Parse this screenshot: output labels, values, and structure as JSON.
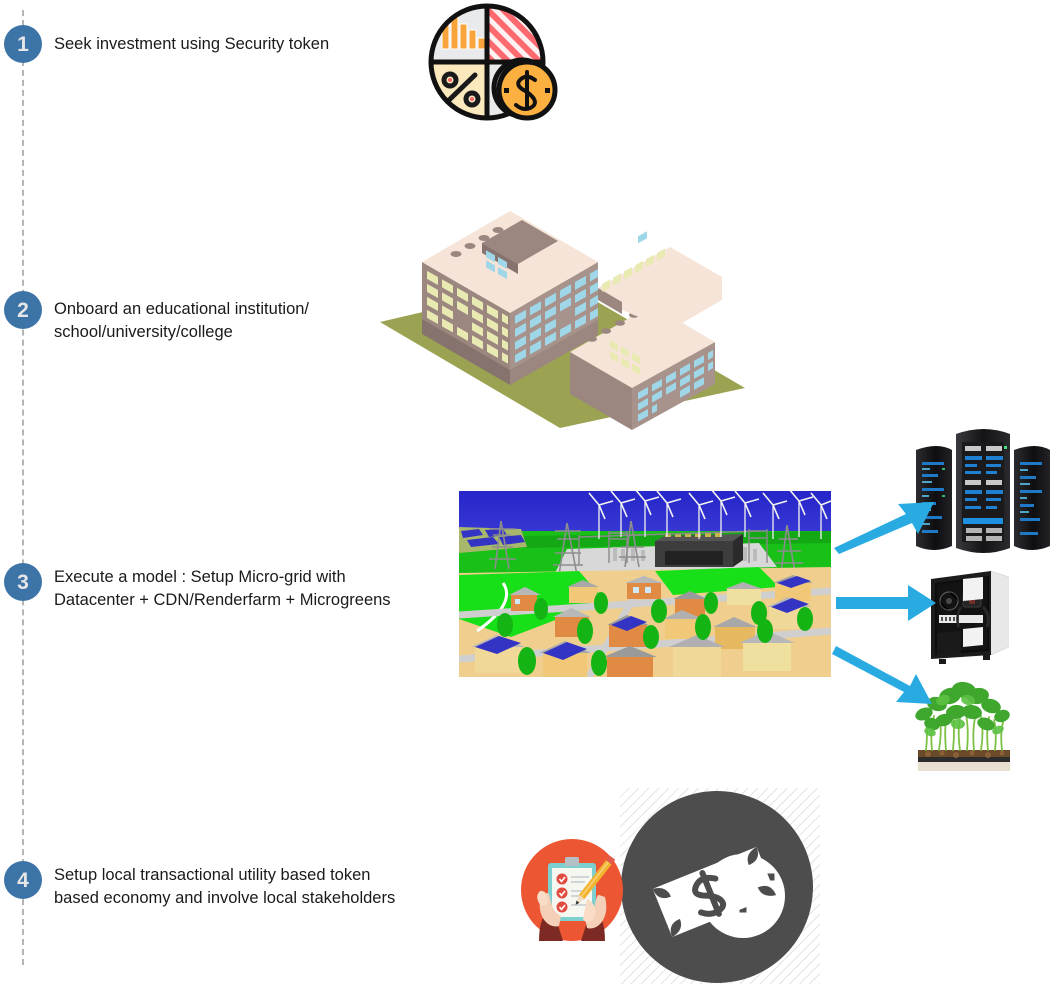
{
  "diagram": {
    "title": "Four-step roadmap timeline",
    "orientation": "vertical",
    "accent_color": "#3d74a8",
    "line_color": "#b5b5b5",
    "arrow_color": "#29abe2",
    "background": "#ffffff"
  },
  "steps": [
    {
      "number": "1",
      "text": "Seek investment using Security token",
      "icon": "investment-pie-icon",
      "icon_name": "security-token-investment-icon"
    },
    {
      "number": "2",
      "text": "Onboard an educational institution/\nschool/university/college",
      "icon": "school-building-icon",
      "icon_name": "educational-institution-building"
    },
    {
      "number": "3",
      "text": "Execute a model : Setup Micro-grid with\nDatacenter + CDN/Renderfarm + Microgreens",
      "icon": "microgrid-render",
      "icon_name": "micro-grid-scene"
    },
    {
      "number": "4",
      "text": "Setup local transactional utility based token\nbased economy and involve local stakeholders",
      "icon": "money-token-icon",
      "icon_name": "local-token-economy-icon"
    }
  ],
  "step3_outputs": [
    {
      "id": "datacenter",
      "label": "Datacenter server racks"
    },
    {
      "id": "renderfarm",
      "label": "CDN / Renderfarm workstation"
    },
    {
      "id": "microgreens",
      "label": "Microgreens tray"
    }
  ],
  "palette": {
    "marker_blue": "#3d74a8",
    "marker_text": "#e6e6e6",
    "body_text": "#1a1a1a",
    "arrow_cyan": "#29abe2",
    "icon_orange": "#f9a43b",
    "icon_red": "#fc6a6f",
    "icon_cream": "#fbe6b4",
    "icon_gray": "#e6e8ea",
    "building_roof": "#f5e4d7",
    "building_wall": "#b09a93",
    "building_ground": "#9ba352",
    "window_blue": "#9fd6e8",
    "window_yellow": "#e8eab2",
    "money_circle": "#4d4d4d",
    "clipboard_circle": "#ed5633"
  }
}
